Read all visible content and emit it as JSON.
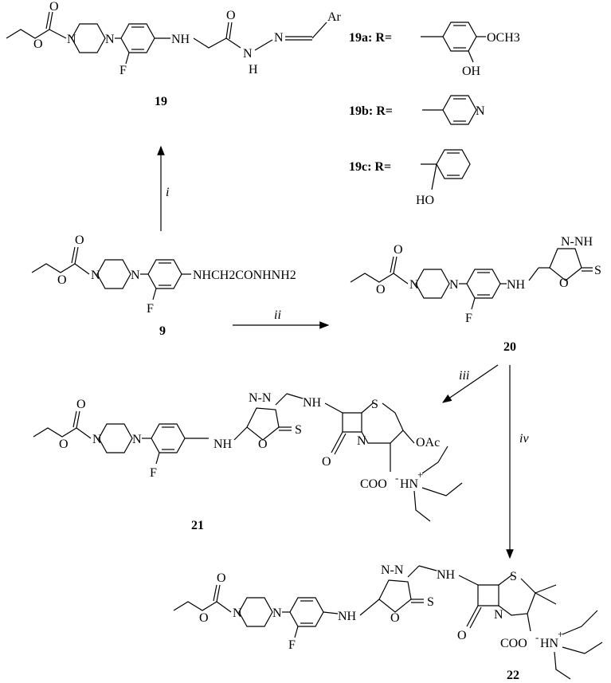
{
  "compounds": {
    "c19": {
      "label": "19",
      "Ar": "Ar"
    },
    "c19a": {
      "label": "19a: R=",
      "sub": "OCH3",
      "oh": "OH"
    },
    "c19b": {
      "label": "19b: R=",
      "n": "N"
    },
    "c19c": {
      "label": "19c: R=",
      "ho": "HO"
    },
    "c9": {
      "label": "9",
      "chain": "NHCH2CONHNH2"
    },
    "c20": {
      "label": "20"
    },
    "c21": {
      "label": "21",
      "oac": "OAc"
    },
    "c22": {
      "label": "22"
    }
  },
  "atoms": {
    "O": "O",
    "N": "N",
    "F": "F",
    "S": "S",
    "NH": "NH",
    "H": "H",
    "coo": "COO",
    "minus": "-",
    "hn": "HN",
    "plus": "+",
    "nnh": "N-NH",
    "nn": "N-N"
  },
  "reagents": {
    "i": "i",
    "ii": "ii",
    "iii": "iii",
    "iv": "iv"
  }
}
